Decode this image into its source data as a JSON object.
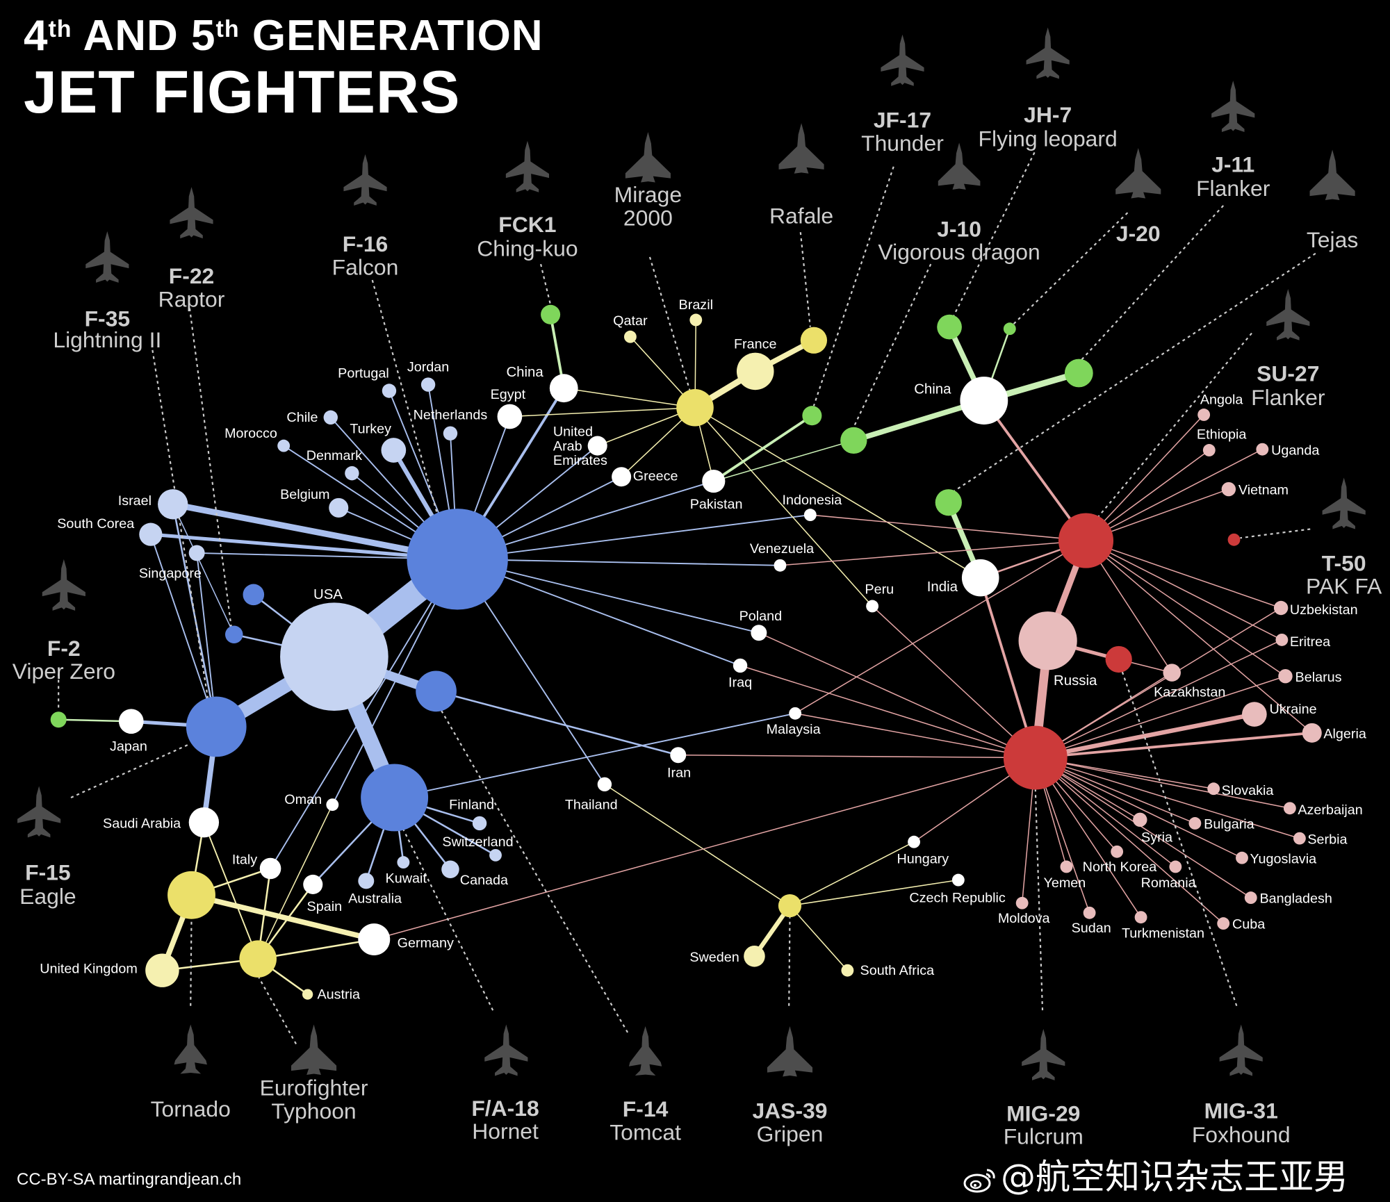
{
  "title": {
    "line1_pre": "4",
    "line1_sup1": "th",
    "line1_mid": " AND 5",
    "line1_sup2": "th",
    "line1_post": " GENERATION",
    "line2": "JET FIGHTERS"
  },
  "credit": "CC-BY-SA martingrandjean.ch",
  "watermark": "@航空知识杂志王亚男",
  "colors": {
    "background": "#000000",
    "usa_family": "#5b82dc",
    "usa_light": "#c6d4f2",
    "usa_edge": "#a9bfee",
    "france_family": "#ebe06a",
    "france_light": "#f5f0b0",
    "china_family": "#7fd65b",
    "china_light": "#c9efb5",
    "russia_family": "#cc3a3a",
    "russia_light": "#e8bcbc",
    "russia_edge": "#e3a4a4",
    "country": "#ffffff",
    "dotted": "#cccccc"
  },
  "aircraft": [
    {
      "id": "f35",
      "name": "F-35",
      "subtitle": "Lightning II",
      "icon": "jet-silhouette-icon"
    },
    {
      "id": "f22",
      "name": "F-22",
      "subtitle": "Raptor",
      "icon": "jet-silhouette-icon"
    },
    {
      "id": "f16",
      "name": "F-16",
      "subtitle": "Falcon",
      "icon": "jet-silhouette-icon"
    },
    {
      "id": "fck1",
      "name": "FCK1",
      "subtitle": "Ching-kuo",
      "icon": "jet-silhouette-icon"
    },
    {
      "id": "mirage",
      "name": "",
      "subtitle": "Mirage\n2000",
      "icon": "delta-jet-silhouette-icon"
    },
    {
      "id": "rafale",
      "name": "",
      "subtitle": "Rafale",
      "icon": "delta-jet-silhouette-icon"
    },
    {
      "id": "jf17",
      "name": "JF-17",
      "subtitle": "Thunder",
      "icon": "jet-silhouette-icon"
    },
    {
      "id": "j10",
      "name": "J-10",
      "subtitle": "Vigorous dragon",
      "icon": "delta-jet-silhouette-icon"
    },
    {
      "id": "jh7",
      "name": "JH-7",
      "subtitle": "Flying leopard",
      "icon": "jet-silhouette-icon"
    },
    {
      "id": "j20",
      "name": "J-20",
      "subtitle": "",
      "icon": "delta-jet-silhouette-icon"
    },
    {
      "id": "j11",
      "name": "J-11",
      "subtitle": "Flanker",
      "icon": "jet-silhouette-icon"
    },
    {
      "id": "tejas",
      "name": "",
      "subtitle": "Tejas",
      "icon": "delta-jet-silhouette-icon"
    },
    {
      "id": "su27",
      "name": "SU-27",
      "subtitle": "Flanker",
      "icon": "jet-silhouette-icon"
    },
    {
      "id": "t50",
      "name": "T-50",
      "subtitle": "PAK FA",
      "icon": "jet-silhouette-icon"
    },
    {
      "id": "f2",
      "name": "F-2",
      "subtitle": "Viper Zero",
      "icon": "jet-silhouette-icon"
    },
    {
      "id": "f15",
      "name": "F-15",
      "subtitle": "Eagle",
      "icon": "jet-silhouette-icon"
    },
    {
      "id": "tornado",
      "name": "",
      "subtitle": "Tornado",
      "icon": "swing-wing-jet-silhouette-icon"
    },
    {
      "id": "eurofighter",
      "name": "",
      "subtitle": "Eurofighter\nTyphoon",
      "icon": "delta-jet-silhouette-icon"
    },
    {
      "id": "fa18",
      "name": "F/A-18",
      "subtitle": "Hornet",
      "icon": "jet-silhouette-icon"
    },
    {
      "id": "f14",
      "name": "F-14",
      "subtitle": "Tomcat",
      "icon": "swing-wing-jet-silhouette-icon"
    },
    {
      "id": "jas39",
      "name": "JAS-39",
      "subtitle": "Gripen",
      "icon": "delta-jet-silhouette-icon"
    },
    {
      "id": "mig29",
      "name": "MIG-29",
      "subtitle": "Fulcrum",
      "icon": "jet-silhouette-icon"
    },
    {
      "id": "mig31",
      "name": "MIG-31",
      "subtitle": "Foxhound",
      "icon": "jet-silhouette-icon"
    }
  ],
  "countries": [
    "USA",
    "China",
    "Egypt",
    "Qatar",
    "Brazil",
    "France",
    "Portugal",
    "Jordan",
    "Netherlands",
    "Chile",
    "Turkey",
    "Morocco",
    "Denmark",
    "Belgium",
    "Israel",
    "South Corea",
    "Singapore",
    "United\nArab\nEmirates",
    "Greece",
    "Pakistan",
    "Indonesia",
    "Venezuela",
    "Peru",
    "India",
    "Poland",
    "Iraq",
    "Malaysia",
    "Iran",
    "Thailand",
    "Japan",
    "Saudi Arabia",
    "Oman",
    "Finland",
    "Switzerland",
    "Italy",
    "Kuwait",
    "Canada",
    "Spain",
    "Australia",
    "United Kingdom",
    "Germany",
    "Austria",
    "Hungary",
    "Czech Republic",
    "Sweden",
    "South Africa",
    "Russia",
    "Angola",
    "Ethiopia",
    "Uganda",
    "Vietnam",
    "Uzbekistan",
    "Eritrea",
    "Belarus",
    "Kazakhstan",
    "Ukraine",
    "Algeria",
    "Slovakia",
    "Azerbaijan",
    "Syria",
    "Bulgaria",
    "Serbia",
    "North Korea",
    "Yugoslavia",
    "Yemen",
    "Romania",
    "Moldova",
    "Bangladesh",
    "Sudan",
    "Turkmenistan",
    "Cuba"
  ]
}
